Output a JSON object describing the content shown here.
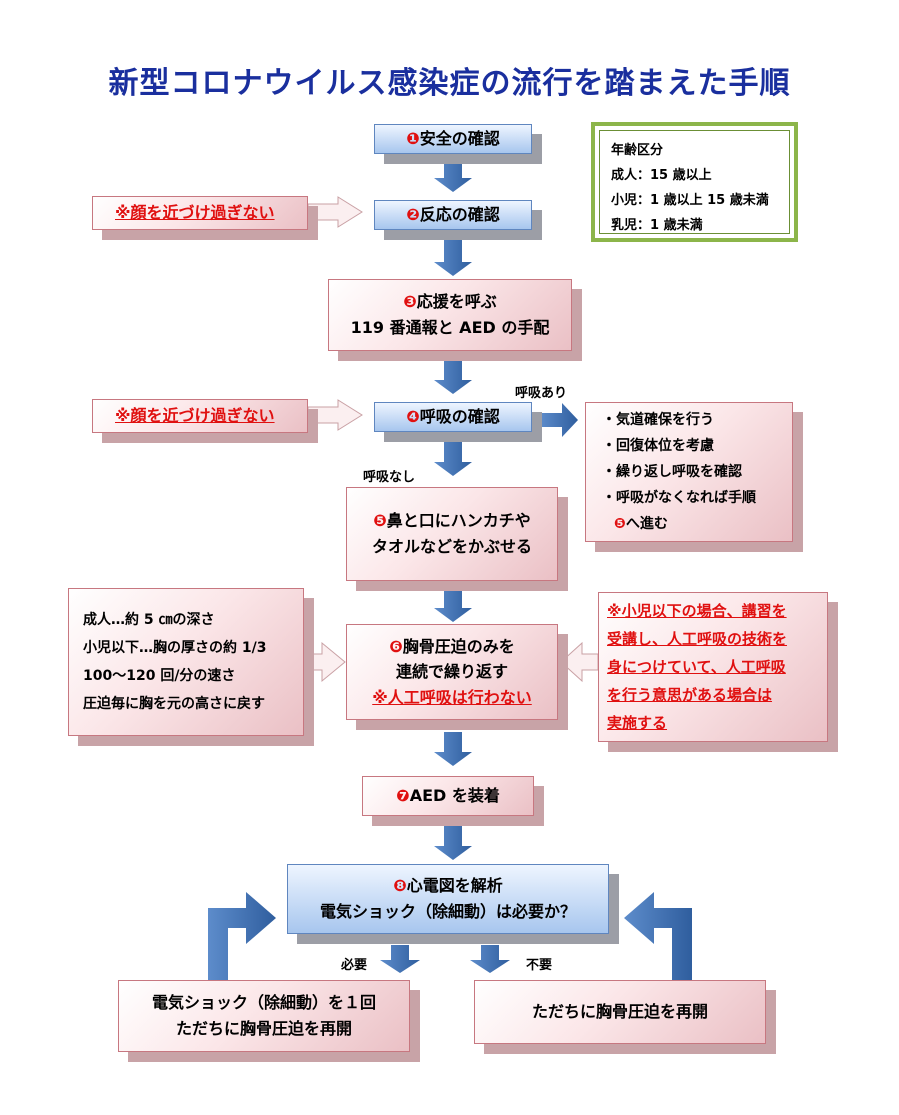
{
  "title": "新型コロナウイルス感染症の流行を踏まえた手順",
  "legend": {
    "heading": "年齢区分",
    "lines": [
      "成人：15 歳以上",
      "小児：1 歳以上 15 歳未満",
      "乳児：1 歳未満"
    ]
  },
  "steps": {
    "s1": {
      "num": "❶",
      "text": "安全の確認"
    },
    "s2": {
      "num": "❷",
      "text": "反応の確認"
    },
    "s3": {
      "num": "❸",
      "text": "応援を呼ぶ",
      "line2": "119 番通報と AED の手配"
    },
    "s4": {
      "num": "❹",
      "text": "呼吸の確認"
    },
    "s5": {
      "num": "❺",
      "text": "鼻と口にハンカチや",
      "line2": "タオルなどをかぶせる"
    },
    "s6": {
      "num": "❻",
      "text": "胸骨圧迫のみを",
      "line2": "連続で繰り返す",
      "line3": "※人工呼吸は行わない"
    },
    "s7": {
      "num": "❼",
      "text": "AED を装着"
    },
    "s8": {
      "num": "❽",
      "text": "心電図を解析",
      "line2": "電気ショック（除細動）は必要か？"
    }
  },
  "notes": {
    "face1": "※顔を近づけ過ぎない",
    "face2": "※顔を近づけ過ぎない",
    "breathing_yes": [
      "・気道確保を行う",
      "・回復体位を考慮",
      "・繰り返し呼吸を確認",
      "・呼吸がなくなれば手順"
    ],
    "breathing_yes_last_num": "❺",
    "breathing_yes_last": "へ進む",
    "compression": [
      "成人…約 5 ㎝の深さ",
      "小児以下…胸の厚さの約 1/3",
      "100～120 回/分の速さ",
      "圧迫毎に胸を元の高さに戻す"
    ],
    "child": [
      "※小児以下の場合、講習を",
      "受講し、人工呼吸の技術を",
      "身につけていて、人工呼吸",
      "を行う意思がある場合は",
      "実施する"
    ]
  },
  "labels": {
    "breath_yes": "呼吸あり",
    "breath_no": "呼吸なし",
    "needed": "必要",
    "not_needed": "不要"
  },
  "outcomes": {
    "shock_line1": "電気ショック（除細動）を１回",
    "shock_line2": "ただちに胸骨圧迫を再開",
    "resume": "ただちに胸骨圧迫を再開"
  },
  "colors": {
    "title": "#1a2f9e",
    "arrow": "#3f6fb0",
    "emphasis": "#e01010",
    "legend_border": "#8cb54a"
  }
}
